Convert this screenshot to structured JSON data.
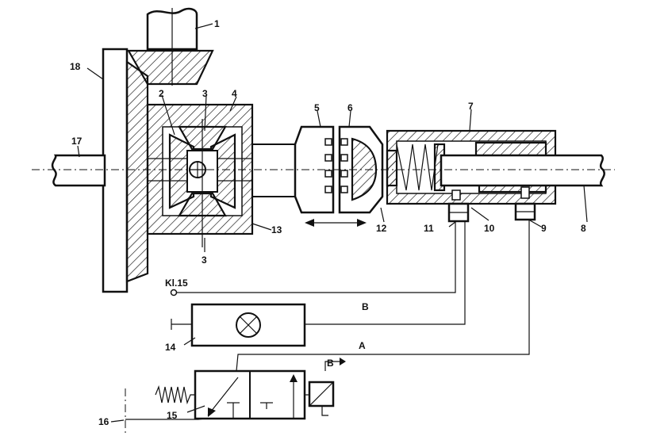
{
  "labels": {
    "l1": "1",
    "l2": "2",
    "l3a": "3",
    "l3b": "3",
    "l4": "4",
    "l5": "5",
    "l6": "6",
    "l7": "7",
    "l8": "8",
    "l9": "9",
    "l10": "10",
    "l11": "11",
    "l12": "12",
    "l13": "13",
    "l14": "14",
    "l15": "15",
    "l16": "16",
    "l17": "17",
    "l18": "18"
  },
  "terminal": "Kl.15",
  "lines": {
    "a": "A",
    "b_lamp": "B",
    "b_valve": "B"
  }
}
